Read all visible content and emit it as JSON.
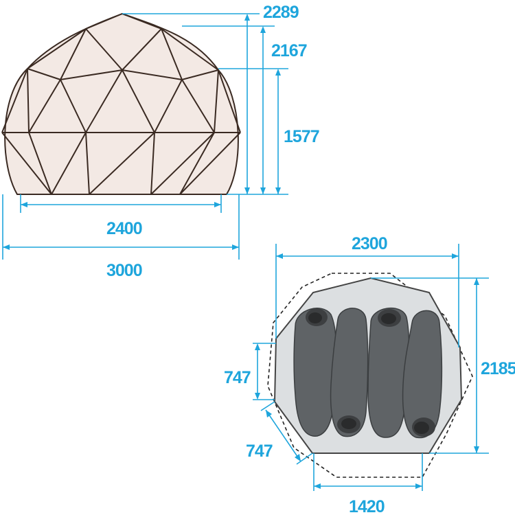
{
  "side_view": {
    "height_top": "2289",
    "height_mid": "2167",
    "height_wall": "1577",
    "base_inner_width": "2400",
    "base_outer_width": "3000"
  },
  "floor_plan": {
    "width": "2300",
    "depth": "2185",
    "side_height": "747",
    "diagonal": "747",
    "edge_width": "1420"
  },
  "colors": {
    "dimension": "#1ea5dc",
    "dome_fill": "#f3e9e4",
    "dome_stroke": "#3a2a22",
    "floor_fill": "#dcdfe1",
    "sleeping_bag": "#5f6366"
  }
}
